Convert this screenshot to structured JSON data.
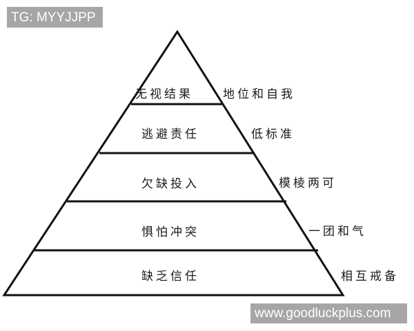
{
  "watermarks": {
    "top_left": "TG: MYYJJPP",
    "bottom_right": "www.goodluckplus.com"
  },
  "colors": {
    "line": "#111111",
    "badge_bg": "#a6a6a6",
    "badge_text": "#ffffff",
    "background": "#ffffff"
  },
  "pyramid": {
    "levels": [
      {
        "label": "无视结果",
        "outcome": "地位和自我"
      },
      {
        "label": "逃避责任",
        "outcome": "低标准"
      },
      {
        "label": "欠缺投入",
        "outcome": "模棱两可"
      },
      {
        "label": "惧怕冲突",
        "outcome": "一团和气"
      },
      {
        "label": "缺乏信任",
        "outcome": "相互戒备"
      }
    ]
  }
}
